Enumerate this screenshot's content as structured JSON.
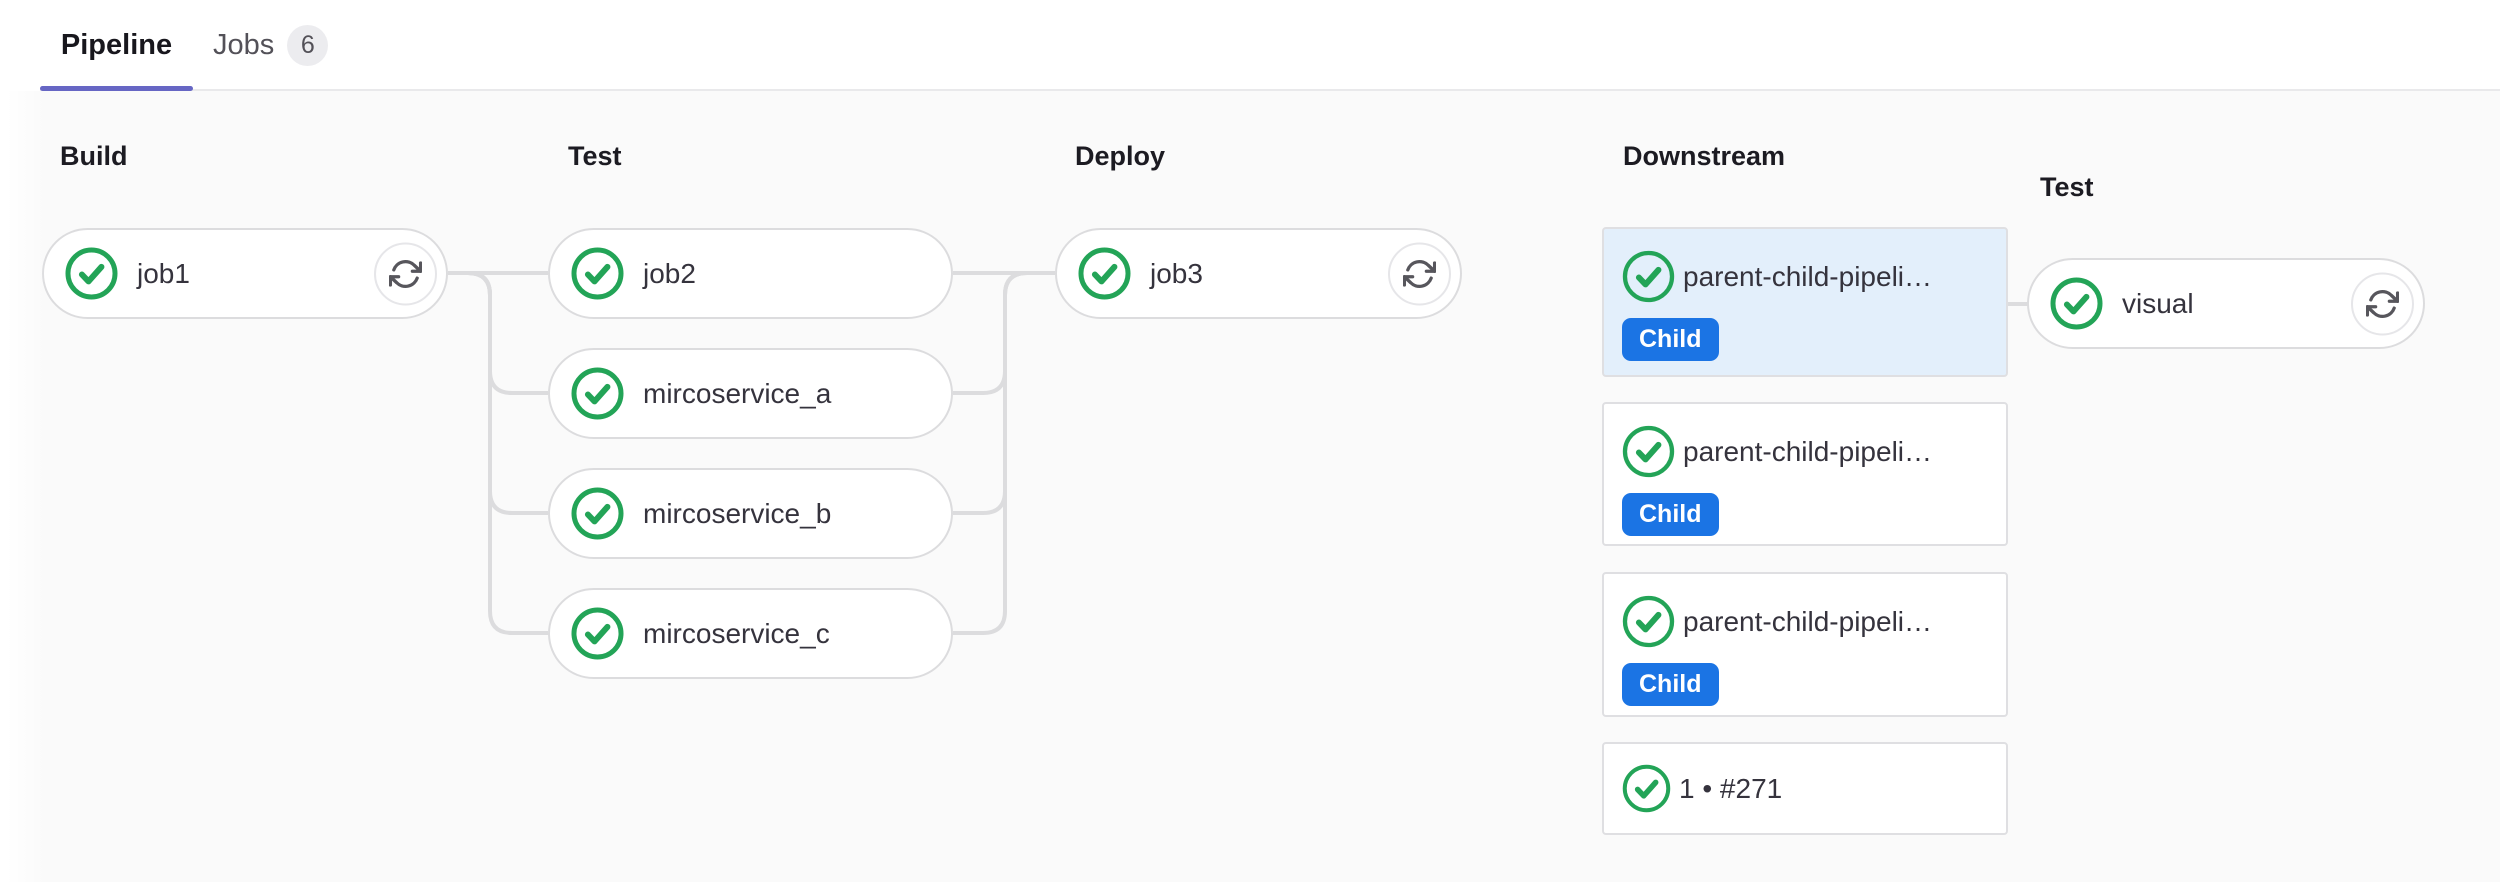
{
  "tab_bar": {
    "pipeline_tab": "Pipeline",
    "jobs_tab": "Jobs",
    "jobs_count": "6"
  },
  "stages": [
    {
      "title": "Build",
      "jobs": [
        {
          "name": "job1",
          "status": "success",
          "has_retry": true
        }
      ]
    },
    {
      "title": "Test",
      "jobs": [
        {
          "name": "job2",
          "status": "success"
        },
        {
          "name": "mircoservice_a",
          "status": "success"
        },
        {
          "name": "mircoservice_b",
          "status": "success"
        },
        {
          "name": "mircoservice_c",
          "status": "success"
        }
      ]
    },
    {
      "title": "Deploy",
      "jobs": [
        {
          "name": "job3",
          "status": "success",
          "has_retry": true
        }
      ]
    }
  ],
  "downstream": {
    "title": "Downstream",
    "cards": [
      {
        "name": "parent-child-pipeli…",
        "badge": "Child",
        "status": "success",
        "selected": true
      },
      {
        "name": "parent-child-pipeli…",
        "badge": "Child",
        "status": "success",
        "selected": false
      },
      {
        "name": "parent-child-pipeli…",
        "badge": "Child",
        "status": "success",
        "selected": false
      },
      {
        "name": "1 • #271",
        "status": "success",
        "selected": false
      }
    ]
  },
  "downstream_stage": {
    "title": "Test",
    "jobs": [
      {
        "name": "visual",
        "status": "success",
        "has_retry": true
      }
    ]
  },
  "icons": {
    "status_success": "check-circle-icon",
    "retry": "retry-arrows-icon"
  },
  "colors": {
    "success_green": "#23a457",
    "badge_blue": "#1b74e4",
    "selected_card_bg": "#e3effb",
    "connector_gray": "#dcdcde",
    "tab_indicator_purple": "#6666c4",
    "content_bg": "#fafafa"
  }
}
